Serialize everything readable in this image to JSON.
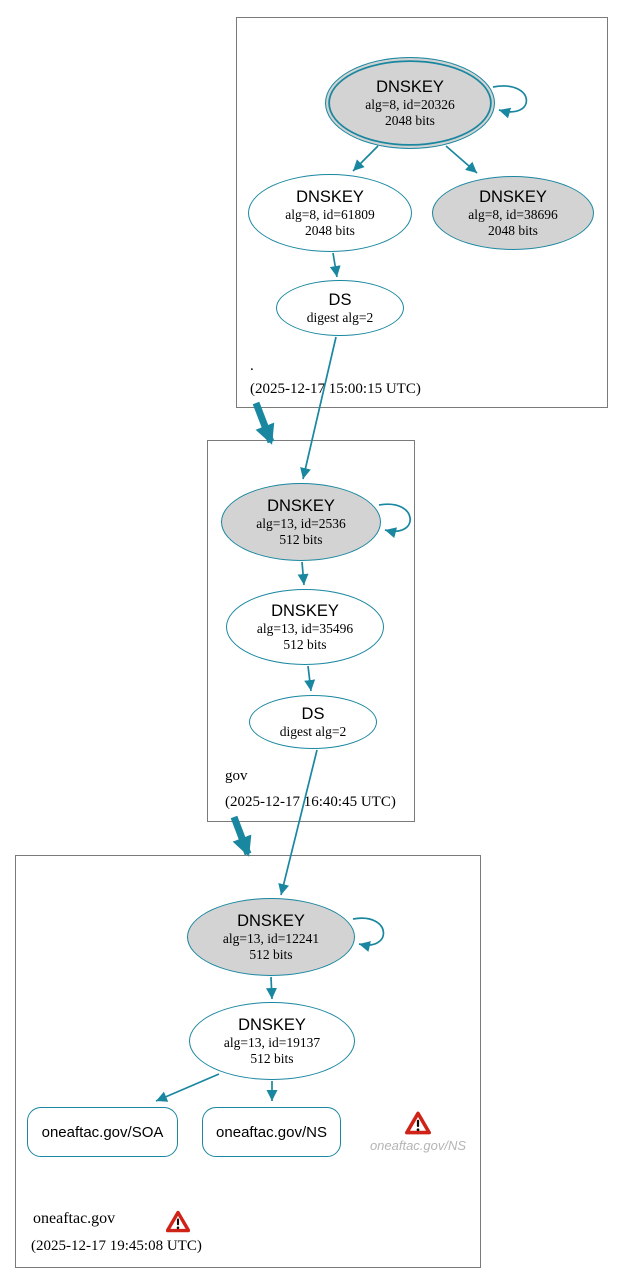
{
  "colors": {
    "edge_teal": "#1a87a0",
    "node_gray": "#d3d3d3",
    "warning_red": "#cf2318",
    "muted_text": "#b5b5b5"
  },
  "zones": [
    {
      "name": ".",
      "timestamp": "(2025-12-17 15:00:15 UTC)",
      "nodes": {
        "ksk": {
          "title": "DNSKEY",
          "detail1": "alg=8, id=20326",
          "detail2": "2048 bits"
        },
        "zsk": {
          "title": "DNSKEY",
          "detail1": "alg=8, id=61809",
          "detail2": "2048 bits"
        },
        "key3": {
          "title": "DNSKEY",
          "detail1": "alg=8, id=38696",
          "detail2": "2048 bits"
        },
        "ds": {
          "title": "DS",
          "detail1": "digest alg=2"
        }
      }
    },
    {
      "name": "gov",
      "timestamp": "(2025-12-17 16:40:45 UTC)",
      "nodes": {
        "ksk": {
          "title": "DNSKEY",
          "detail1": "alg=13, id=2536",
          "detail2": "512 bits"
        },
        "zsk": {
          "title": "DNSKEY",
          "detail1": "alg=13, id=35496",
          "detail2": "512 bits"
        },
        "ds": {
          "title": "DS",
          "detail1": "digest alg=2"
        }
      }
    },
    {
      "name": "oneaftac.gov",
      "timestamp": "(2025-12-17 19:45:08 UTC)",
      "nodes": {
        "ksk": {
          "title": "DNSKEY",
          "detail1": "alg=13, id=12241",
          "detail2": "512 bits"
        },
        "zsk": {
          "title": "DNSKEY",
          "detail1": "alg=13, id=19137",
          "detail2": "512 bits"
        },
        "soa": {
          "label": "oneaftac.gov/SOA"
        },
        "ns": {
          "label": "oneaftac.gov/NS"
        }
      },
      "warning_label": "oneaftac.gov/NS"
    }
  ]
}
